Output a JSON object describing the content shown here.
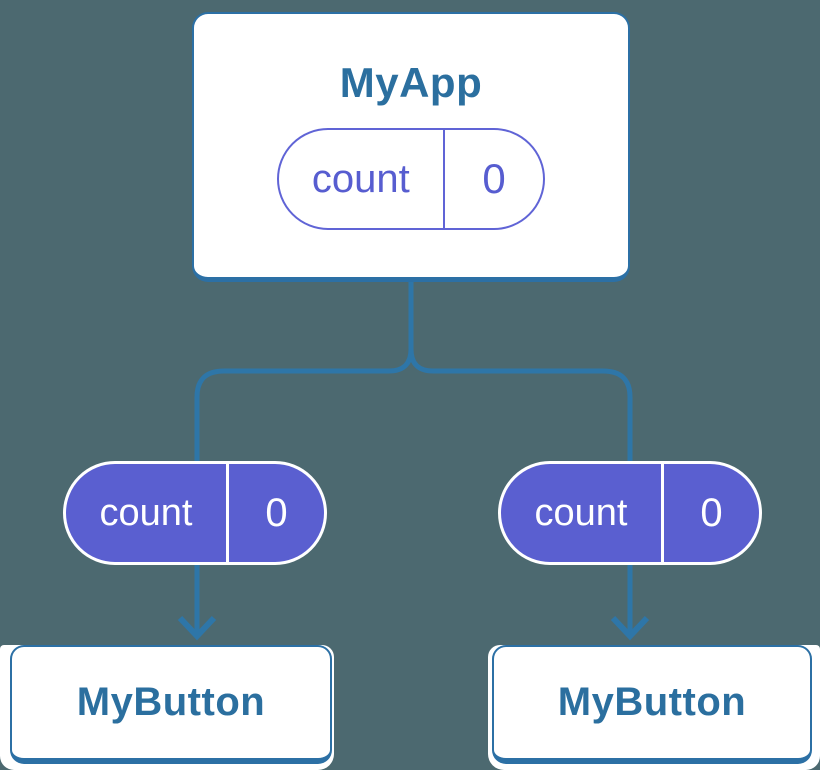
{
  "colors": {
    "background": "#4C6970",
    "connector_blue": "#2E76A8",
    "card_border_blue": "#2C70A5",
    "card_text_blue": "#2B6F9F",
    "pill_purple": "#5A5FD0",
    "pill_outline_purple": "#6064D6",
    "pill_text_purple": "#575DD0",
    "card_background": "#FFFFFF"
  },
  "tree": {
    "root": {
      "title": "MyApp",
      "state": {
        "key": "count",
        "value": "0"
      }
    },
    "children": [
      {
        "title": "MyButton",
        "state": {
          "key": "count",
          "value": "0"
        }
      },
      {
        "title": "MyButton",
        "state": {
          "key": "count",
          "value": "0"
        }
      }
    ]
  }
}
